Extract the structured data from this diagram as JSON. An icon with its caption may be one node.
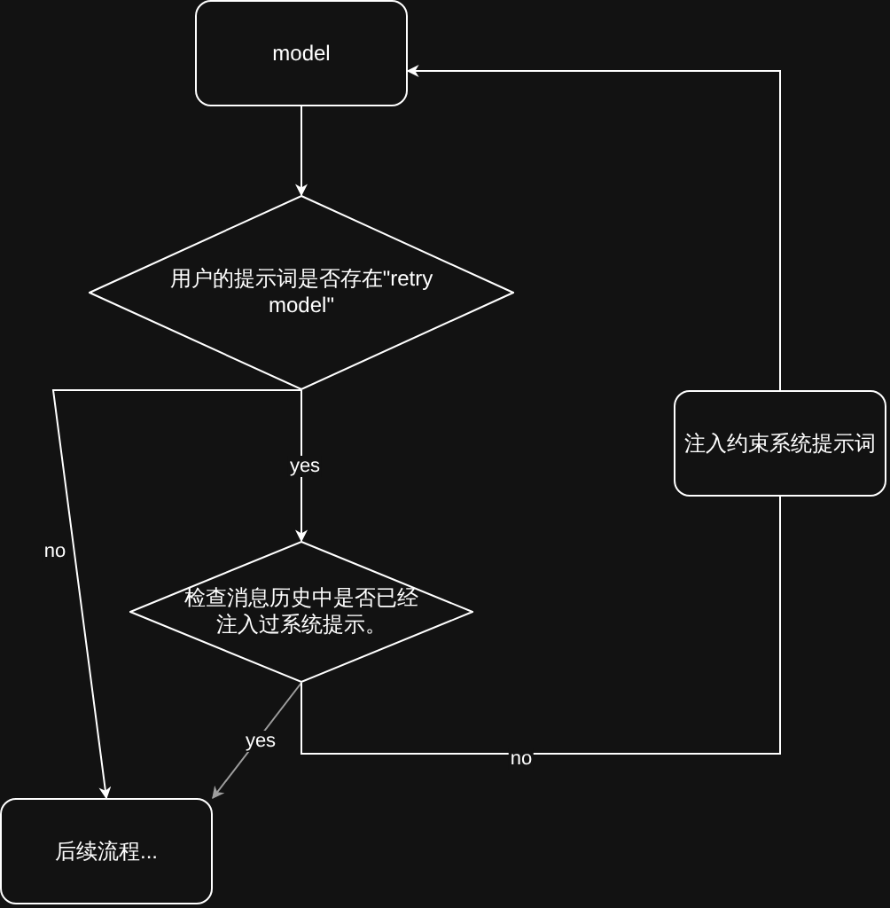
{
  "diagram": {
    "nodes": [
      {
        "text": [
          "model"
        ]
      },
      {
        "text": [
          "用户的提示词是否存在\"retry model\""
        ]
      },
      {
        "text": [
          "检查消息历史中是否已经注入过系统提示。"
        ]
      },
      {
        "text": [
          "注入约束系统提示词"
        ]
      },
      {
        "text": [
          "后续流程..."
        ]
      }
    ],
    "edges": [
      {
        "from": 0,
        "to": 1,
        "arrow": "to"
      },
      {
        "from": 1,
        "to": 2,
        "arrow": "to",
        "label": "yes"
      },
      {
        "from": 1,
        "to": 4,
        "arrow": "to",
        "label": "no"
      },
      {
        "from": 2,
        "to": 4,
        "arrow": "to",
        "label": "yes",
        "color": "#9e9e9e"
      },
      {
        "from": 2,
        "to": 3,
        "arrow": "none",
        "label": "no"
      },
      {
        "from": 3,
        "to": 0,
        "arrow": "to"
      }
    ]
  }
}
